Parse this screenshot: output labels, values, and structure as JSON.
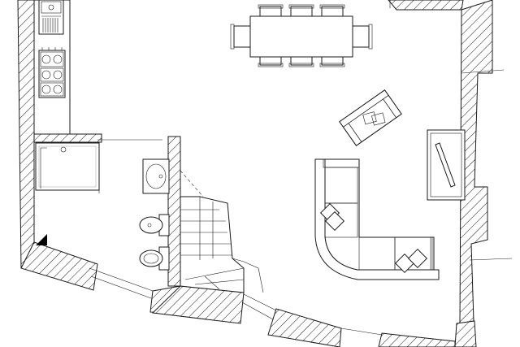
{
  "drawing": {
    "kind": "architectural floor plan",
    "colors": {
      "line": "#1a1a1a",
      "wall_hatch": "#1a1a1a",
      "background": "#ffffff",
      "corner_marker": "#000000"
    },
    "elements": [
      "kitchen-counter",
      "sink",
      "gas-hob",
      "dining-table",
      "dining-chairs",
      "shower",
      "washbasin",
      "toilet",
      "bidet",
      "staircase",
      "armchair",
      "corner-sofa",
      "tv-cabinet",
      "windows"
    ]
  }
}
